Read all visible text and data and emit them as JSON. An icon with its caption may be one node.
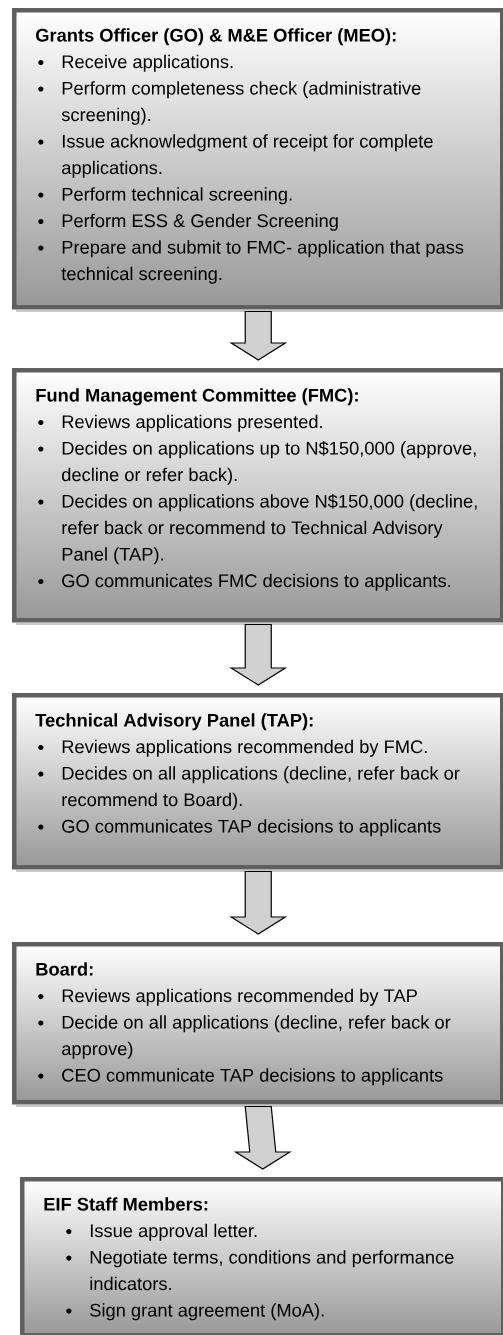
{
  "diagram": {
    "nodes": [
      {
        "text": [
          "Grants Officer (GO) & M&E Officer (MEO):",
          "Receive applications.",
          "Perform completeness check (administrative screening).",
          "Issue acknowledgment of receipt for complete applications.",
          "Perform technical screening.",
          "Perform ESS & Gender Screening",
          "Prepare and submit to FMC- application that pass technical screening."
        ]
      },
      {
        "text": [
          "Fund Management Committee (FMC):",
          "Reviews applications presented.",
          "Decides on applications up to N$150,000 (approve, decline or refer back).",
          "Decides on applications above N$150,000 (decline, refer back or recommend to Technical Advisory Panel (TAP).",
          "GO communicates FMC decisions to applicants."
        ]
      },
      {
        "text": [
          "Technical Advisory Panel (TAP):",
          "Reviews applications recommended by FMC.",
          "Decides on all applications (decline, refer back or recommend to Board).",
          "GO communicates TAP decisions to applicants"
        ]
      },
      {
        "text": [
          "Board:",
          "Reviews applications recommended by TAP",
          "Decide on all applications (decline, refer back or approve)",
          "CEO communicate TAP decisions to applicants"
        ]
      },
      {
        "text": [
          "EIF Staff Members:",
          "Issue approval letter.",
          "Negotiate terms, conditions and performance indicators.",
          "Sign grant agreement (MoA)."
        ]
      }
    ],
    "edges": [
      {
        "from": 0,
        "to": 1,
        "arrow": "to"
      },
      {
        "from": 1,
        "to": 2,
        "arrow": "to"
      },
      {
        "from": 2,
        "to": 3,
        "arrow": "to"
      },
      {
        "from": 3,
        "to": 4,
        "arrow": "to"
      }
    ]
  }
}
